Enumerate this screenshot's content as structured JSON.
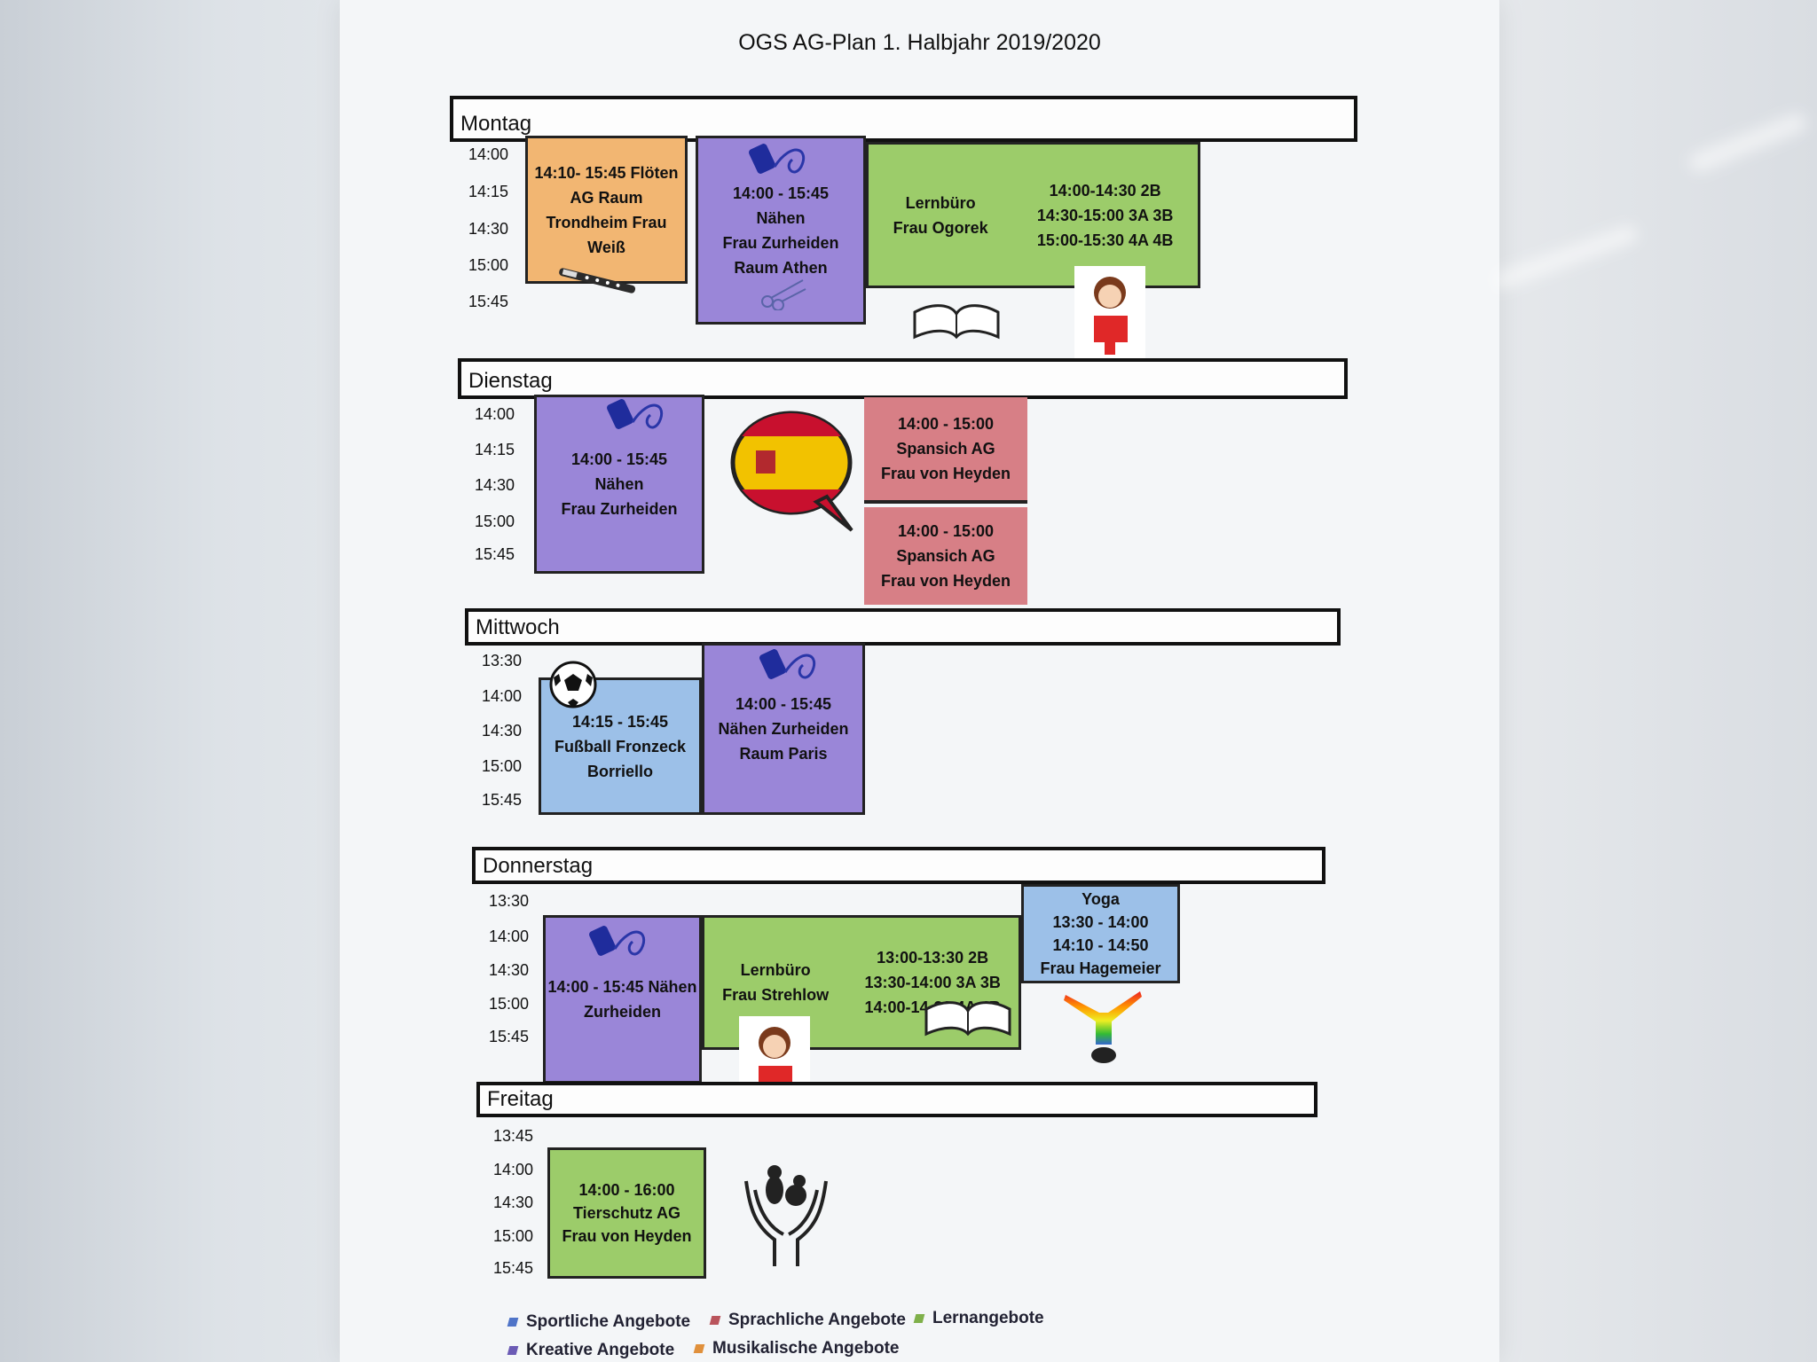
{
  "title": "OGS  AG-Plan 1. Halbjahr 2019/2020",
  "days": {
    "montag": {
      "label": "Montag",
      "times": [
        "14:00",
        "14:15",
        "14:30",
        "15:00",
        "15:45"
      ],
      "floeten": [
        "14:10- 15:45 Flöten",
        "AG Raum",
        "Trondheim Frau",
        "Weiß"
      ],
      "naehen": [
        "14:00 - 15:45",
        "Nähen",
        "Frau Zurheiden",
        "Raum Athen"
      ],
      "lernbuero_left": [
        "Lernbüro",
        "Frau Ogorek"
      ],
      "lernbuero_right": [
        "14:00-14:30 2B",
        "14:30-15:00 3A 3B",
        "15:00-15:30 4A 4B"
      ]
    },
    "dienstag": {
      "label": "Dienstag",
      "times": [
        "14:00",
        "14:15",
        "14:30",
        "15:00",
        "15:45"
      ],
      "naehen": [
        "14:00 - 15:45",
        "Nähen",
        "Frau Zurheiden"
      ],
      "spanisch1": [
        "14:00 - 15:00",
        "Spansich AG",
        "Frau von Heyden"
      ],
      "spanisch2": [
        "14:00 - 15:00",
        "Spansich AG",
        "Frau von Heyden"
      ]
    },
    "mittwoch": {
      "label": "Mittwoch",
      "times": [
        "13:30",
        "14:00",
        "14:30",
        "15:00",
        "15:45"
      ],
      "fussball": [
        "14:15 - 15:45",
        "Fußball  Fronzeck",
        "Borriello"
      ],
      "naehen": [
        "14:00 - 15:45",
        "Nähen Zurheiden",
        "Raum Paris"
      ]
    },
    "donnerstag": {
      "label": "Donnerstag",
      "times": [
        "13:30",
        "14:00",
        "14:30",
        "15:00",
        "15:45"
      ],
      "naehen": [
        "14:00 - 15:45 Nähen",
        "Zurheiden"
      ],
      "lernbuero_left": [
        "Lernbüro",
        "Frau Strehlow"
      ],
      "lernbuero_right": [
        "13:00-13:30 2B",
        "13:30-14:00 3A 3B",
        "14:00-14-30 4A 4B"
      ],
      "yoga": [
        "Yoga",
        "13:30 - 14:00",
        "14:10 - 14:50",
        "Frau Hagemeier"
      ]
    },
    "freitag": {
      "label": "Freitag",
      "times": [
        "13:45",
        "14:00",
        "14:30",
        "15:00",
        "15:45"
      ],
      "tierschutz": [
        "14:00 - 16:00",
        "Tierschutz AG",
        "Frau von Heyden"
      ]
    }
  },
  "legend": [
    {
      "label": "Sportliche Angebote",
      "color": "#4f74c8"
    },
    {
      "label": "Sprachliche Angebote",
      "color": "#b9545c"
    },
    {
      "label": "Lernangebote",
      "color": "#7fb04a"
    },
    {
      "label": "Kreative Angebote",
      "color": "#6b5bb5"
    },
    {
      "label": "Musikalische Angebote",
      "color": "#e0903c"
    }
  ],
  "icons": [
    "thread-scissors-icon",
    "recorder-flute-icon",
    "book-icon",
    "reading-girl-icon",
    "spain-flag-speech-icon",
    "soccer-ball-icon",
    "yoga-figure-icon",
    "animal-hands-icon"
  ]
}
